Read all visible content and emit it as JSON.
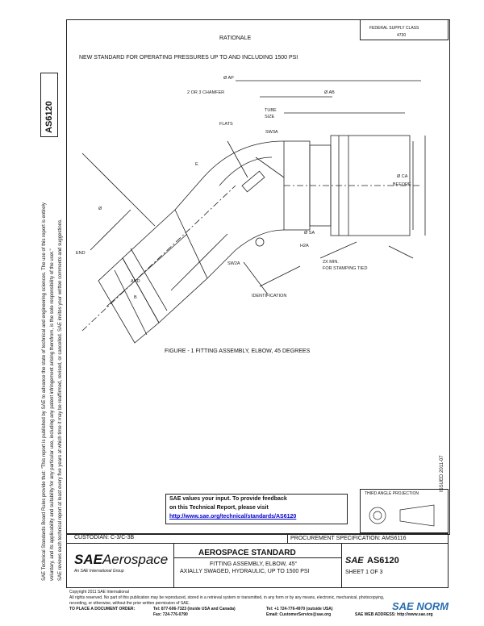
{
  "side": {
    "doc_code": "AS6120",
    "notice_line1": "SAE Technical Standards Board Rules provide that: \"This report is published by SAE to advance the state of technical and engineering sciences. The use of this report is entirely",
    "notice_line2": "voluntary, and its applicability and suitability for any particular use, including any patent infringement arising therefrom, is the sole responsibility of the user.\"",
    "notice_line3": "SAE reviews each technical report at least every five years at which time it may be reaffirmed, revised, or cancelled. SAE invites your written comments and suggestions.",
    "issued": "ISSUED 2011-07"
  },
  "header": {
    "rationale": "RATIONALE",
    "rationale_text": "NEW STANDARD FOR OPERATING PRESSURES UP TO AND INCLUDING 1500 PSI",
    "fsc_line1": "FEDERAL SUPPLY CLASS",
    "fsc_line2": "4730"
  },
  "drawing": {
    "figure_caption": "FIGURE - 1 FITTING ASSEMBLY, ELBOW, 45 DEGREES",
    "labels": {
      "l1": "Ø AP",
      "l2": "Ø AB",
      "l3": "2 OR 3 CHAMFER",
      "l4": "FLATS",
      "l5": "TUBE",
      "l6": "SIZE",
      "l7": "E",
      "l8": "END",
      "l9": "SW3A",
      "l10": "SW2A",
      "l11": "Ø CA",
      "l12": "BEFORE",
      "l13": "H2A",
      "l14": "Ø SA",
      "l15": "IDENTIFICATION",
      "l16": "2X MIN.",
      "l17": "FOR STAMPING TIED",
      "l18": "AND",
      "l19": "Ø",
      "l20": "B"
    }
  },
  "feedback": {
    "line1": "SAE values your input. To provide feedback",
    "line2": "on this Technical Report, please visit",
    "link": "http://www.sae.org/technical/standards/AS6120"
  },
  "projection": {
    "title": "THIRD ANGLE PROJECTION"
  },
  "titleblock": {
    "custodian": "CUSTODIAN: C-3/C-3B",
    "procurement": "PROCUREMENT SPECIFICATION: AMS6116",
    "brand_bold": "SAE",
    "brand_italic": "Aerospace",
    "brand_sub": "An SAE International Group",
    "standard_title": "AEROSPACE STANDARD",
    "part_line1": "FITTING ASSEMBLY, ELBOW, 45°",
    "part_line2": "AXIALLY SWAGED, HYDRAULIC, UP TO 1500 PSI",
    "sae_mark": "SAE",
    "doc_number": "AS6120",
    "sheet": "SHEET 1 OF 3"
  },
  "footer": {
    "copyright": "Copyright 2011 SAE International",
    "rights": "All rights reserved. No part of this publication may be reproduced, stored in a retrieval system or transmitted, in any form or by any means, electronic, mechanical, photocopying,",
    "rights2": "recording, or otherwise, without the prior written permission of SAE.",
    "order_label": "TO PLACE A DOCUMENT ORDER:",
    "tel1": "Tel: 877-606-7323 (inside USA and Canada)",
    "fax": "Fax: 724-776-0790",
    "tel2": "Tel: +1 724-776-4970 (outside USA)",
    "email": "Email: CustomerService@sae.org",
    "web": "SAE WEB ADDRESS: http://www.sae.org",
    "watermark": "SAE NORM"
  }
}
